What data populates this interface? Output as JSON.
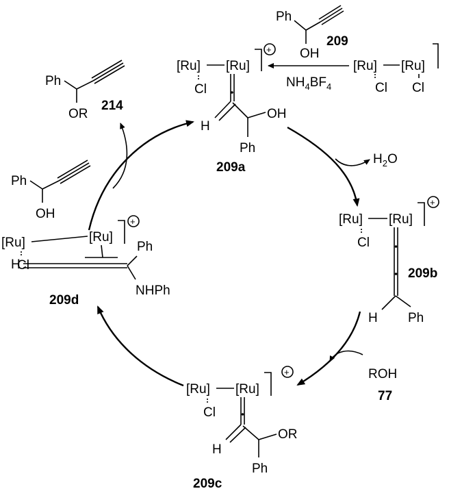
{
  "compounds": {
    "c209": {
      "ph": "Ph",
      "oh": "OH",
      "id": "209"
    },
    "dimer": {
      "ru1": "[Ru]",
      "ru2": "[Ru]",
      "cl1": "Cl",
      "cl2": "Cl"
    },
    "reagent": {
      "text": "NH",
      "sub1": "4",
      "mid": "BF",
      "sub2": "4"
    },
    "c209a": {
      "ru1": "[Ru]",
      "ru2": "[Ru]",
      "cl": "Cl",
      "h": "H",
      "oh": "OH",
      "ph": "Ph",
      "id": "209a",
      "charge": "+"
    },
    "water": {
      "h": "H",
      "sub": "2",
      "o": "O"
    },
    "c209b": {
      "ru1": "[Ru]",
      "ru2": "[Ru]",
      "cl": "Cl",
      "h": "H",
      "ph": "Ph",
      "id": "209b",
      "charge": "+"
    },
    "roh": {
      "text": "ROH",
      "id": "77"
    },
    "c209c": {
      "ru1": "[Ru]",
      "ru2": "[Ru]",
      "cl": "Cl",
      "h": "H",
      "or": "OR",
      "ph": "Ph",
      "id": "209c",
      "charge": "+"
    },
    "c209d": {
      "ru1": "[Ru]",
      "ru2": "[Ru]",
      "cl": "Cl",
      "h": "H",
      "ph": "Ph",
      "nhph": "NHPh",
      "id": "209d",
      "charge": "+"
    },
    "free209": {
      "ph": "Ph",
      "oh": "OH"
    },
    "c214": {
      "ph": "Ph",
      "or": "OR",
      "id": "214"
    }
  }
}
